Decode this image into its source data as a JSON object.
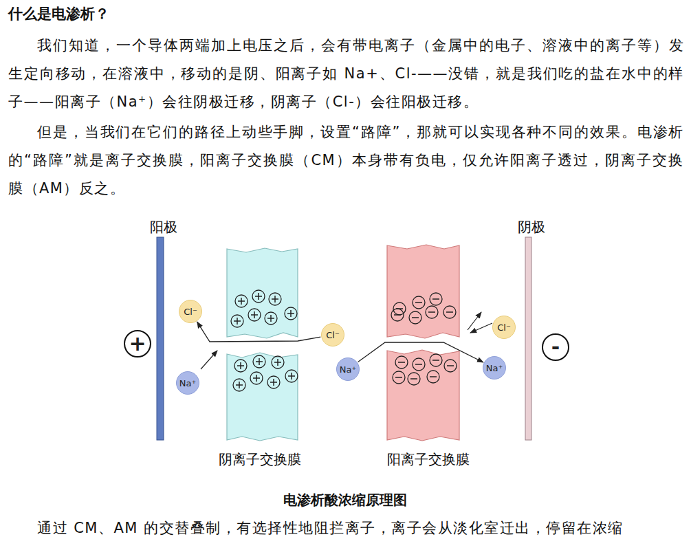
{
  "diagram": {
    "title": "什么是电渗析？",
    "caption": "电渗析酸浓缩原理图",
    "nodes": [
      {
        "text": [
          "+"
        ]
      },
      {
        "text": [
          "Cl⁻"
        ]
      },
      {
        "text": [
          "Na⁺"
        ]
      },
      {
        "text": [
          "Cl⁻"
        ]
      },
      {
        "text": [
          "Na⁺"
        ]
      },
      {
        "text": [
          "Cl⁻"
        ]
      },
      {
        "text": [
          "Na⁺"
        ]
      },
      {
        "text": [
          "-"
        ]
      }
    ],
    "edges": [
      {
        "from": 3,
        "to": 1,
        "arrow": "to"
      },
      {
        "from": 4,
        "to": 6,
        "arrow": "to"
      }
    ],
    "labels": [
      "我们知道，一个导体两端加上电压之后，会有带电离子（金属中的电子、溶液中的离子等）发生定向移动，在溶液中，移动的是阴、阳离子如 Na+、Cl-——没错，就是我们吃的盐在水中的样子——阳离子（Na⁺）会往阴极迁移，阴离子（Cl-）会往阳极迁移。",
      "但是，当我们在它们的路径上动些手脚，设置“路障”，那就可以实现各种不同的效果。电渗析的“路障”就是离子交换膜，阳离子交换膜（CM）本身带有负电，仅允许阳离子透过，阴离子交换膜（AM）反之。",
      "阳极",
      "阴极",
      "阴离子交换膜",
      "阳离子交换膜",
      "通过 CM、AM 的交替叠制，有选择性地阻拦离子，离子会从淡化室迁出，停留在浓缩"
    ]
  }
}
